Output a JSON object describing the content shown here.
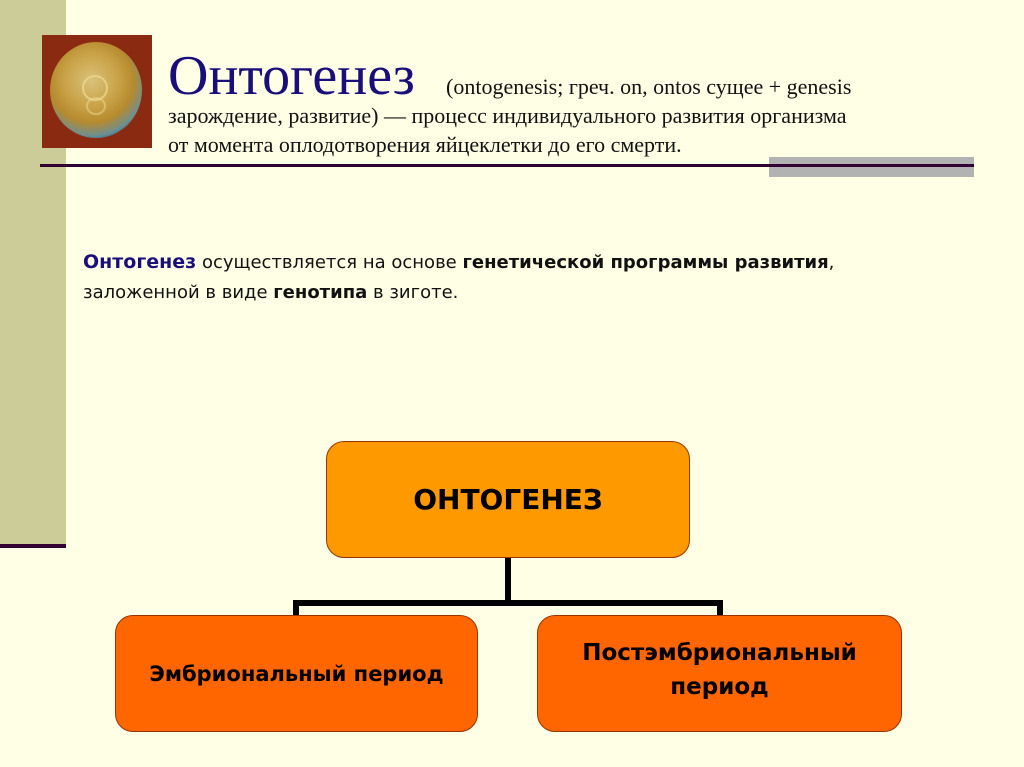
{
  "slide": {
    "title": {
      "word": "Онтогенез",
      "definition_line1": "(ontogenesis; греч. on, ontos сущее + genesis",
      "definition_line2": "зарождение, развитие) — процесс индивидуального развития организма",
      "definition_line3": "от момента оплодотворения яйцеклетки до его смерти."
    },
    "image": {
      "icon": "egg-cell-micrograph-icon"
    },
    "body": {
      "keyword": "Онтогенез",
      "text1": " осуществляется на основе ",
      "bold1": "генетической программы развития",
      "text2": ",",
      "text3": "заложенной в виде ",
      "bold2": "генотипа",
      "text4": " в зиготе."
    },
    "diagram": {
      "root": "ОНТОГЕНЕЗ",
      "children": [
        {
          "label": "Эмбриональный период"
        },
        {
          "label_line1": "Постэмбриональный",
          "label_line2": "период"
        }
      ],
      "colors": {
        "root": "#FF9900",
        "child": "#FF6600",
        "border": "#993300"
      }
    },
    "colors": {
      "background": "#FFFFE6",
      "sidebar": "#CCCC99",
      "rule": "#330033",
      "title": "#1A0F7A",
      "gray_block": "#B2B2B2"
    }
  }
}
